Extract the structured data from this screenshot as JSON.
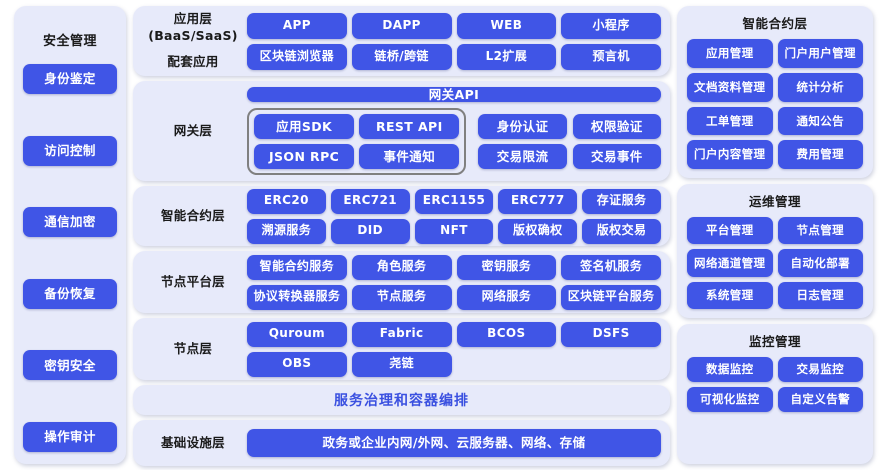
{
  "sidebar": {
    "title": "安全管理",
    "items": [
      {
        "label": "身份鉴定"
      },
      {
        "label": "访问控制"
      },
      {
        "label": "通信加密"
      },
      {
        "label": "备份恢复"
      },
      {
        "label": "密钥安全"
      },
      {
        "label": "操作审计"
      }
    ]
  },
  "layers": {
    "application": {
      "label_main": "应用层",
      "label_sub": "(BaaS/SaaS)",
      "label_second": "配套应用",
      "row1": [
        "APP",
        "DAPP",
        "WEB",
        "小程序"
      ],
      "row2": [
        "区块链浏览器",
        "链桥/跨链",
        "L2扩展",
        "预言机"
      ]
    },
    "gateway": {
      "label": "网关层",
      "api": "网关API",
      "boxed": [
        "应用SDK",
        "REST API",
        "JSON RPC",
        "事件通知"
      ],
      "side": [
        "身份认证",
        "权限验证",
        "交易限流",
        "交易事件"
      ]
    },
    "contract": {
      "label": "智能合约层",
      "row1": [
        "ERC20",
        "ERC721",
        "ERC1155",
        "ERC777",
        "存证服务"
      ],
      "row2": [
        "溯源服务",
        "DID",
        "NFT",
        "版权确权",
        "版权交易"
      ]
    },
    "node_platform": {
      "label": "节点平台层",
      "row1": [
        "智能合约服务",
        "角色服务",
        "密钥服务",
        "签名机服务"
      ],
      "row2": [
        "协议转换器服务",
        "节点服务",
        "网络服务",
        "区块链平台服务"
      ]
    },
    "node": {
      "label": "节点层",
      "row1": [
        "Quroum",
        "Fabric",
        "BCOS",
        "DSFS"
      ],
      "row2": [
        "OBS",
        "尧链",
        "",
        ""
      ]
    },
    "governance": {
      "label": "服务治理和容器编排"
    },
    "infrastructure": {
      "label": "基础设施层",
      "item": "政务或企业内网/外网、云服务器、网络、存储"
    }
  },
  "right_panels": [
    {
      "title": "智能合约层",
      "items": [
        "应用管理",
        "门户用户管理",
        "文档资料管理",
        "统计分析",
        "工单管理",
        "通知公告",
        "门户内容管理",
        "费用管理"
      ]
    },
    {
      "title": "运维管理",
      "items": [
        "平台管理",
        "节点管理",
        "网络通道管理",
        "自动化部署",
        "系统管理",
        "日志管理"
      ]
    },
    {
      "title": "监控管理",
      "items": [
        "数据监控",
        "交易监控",
        "可视化监控",
        "自定义告警"
      ]
    }
  ],
  "colors": {
    "button": "#4055e6",
    "panel": "#e7eafa",
    "governance_text": "#3a50e0",
    "group_border": "#808080",
    "background": "#ffffff"
  }
}
